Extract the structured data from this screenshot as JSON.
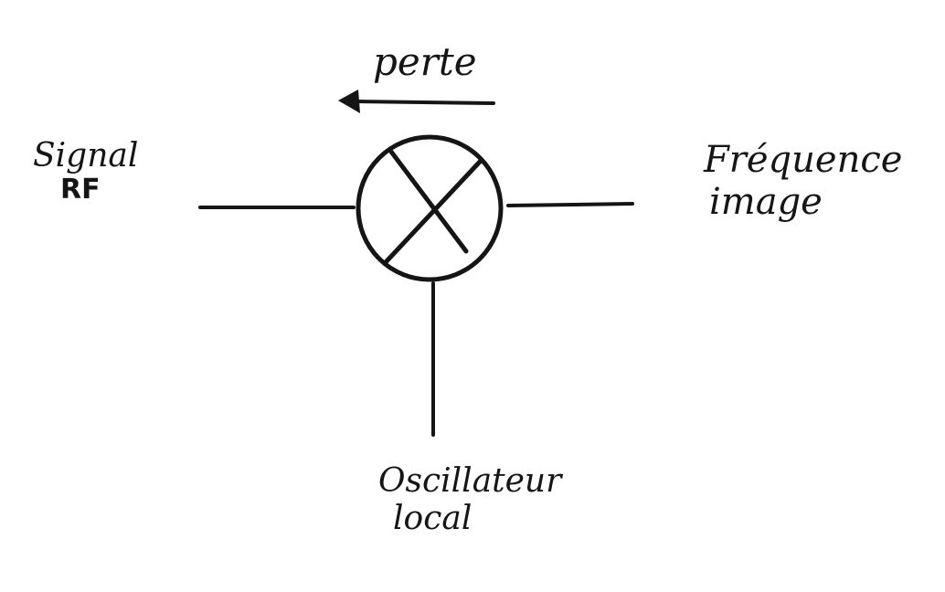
{
  "diagram": {
    "loss_label": "perte",
    "rf_input": {
      "line1": "Signal",
      "line2": "RF"
    },
    "image_output": {
      "line1": "Fréquence",
      "line2": "image"
    },
    "local_oscillator": {
      "line1": "Oscillateur",
      "line2": "local"
    },
    "stroke_color": "#151515",
    "background_color": "#ffffff"
  }
}
